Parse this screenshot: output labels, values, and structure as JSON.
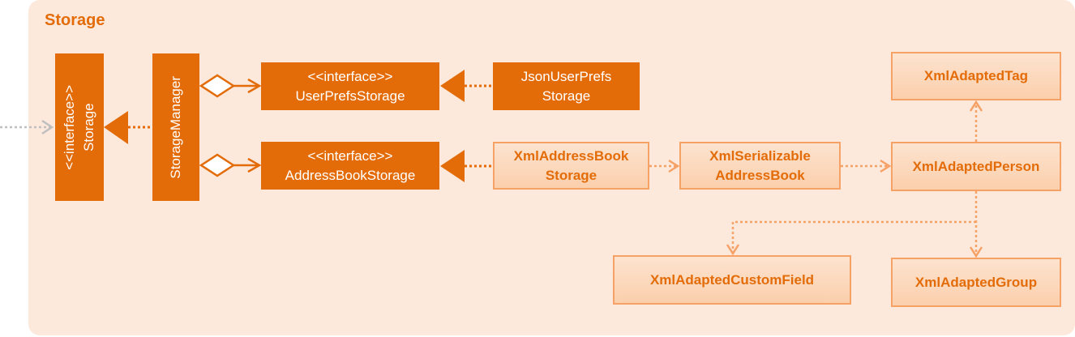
{
  "package": {
    "title": "Storage"
  },
  "boxes": {
    "storage": {
      "line1": "<<interface>>",
      "line2": "Storage"
    },
    "storage_manager": {
      "label": "StorageManager"
    },
    "user_prefs_storage": {
      "line1": "<<interface>>",
      "line2": "UserPrefsStorage"
    },
    "json_user_prefs_storage": {
      "line1": "JsonUserPrefs",
      "line2": "Storage"
    },
    "address_book_storage": {
      "line1": "<<interface>>",
      "line2": "AddressBookStorage"
    },
    "xml_address_book_storage": {
      "line1": "XmlAddressBook",
      "line2": "Storage"
    },
    "xml_serializable_address_book": {
      "line1": "XmlSerializable",
      "line2": "AddressBook"
    },
    "xml_adapted_person": {
      "label": "XmlAdaptedPerson"
    },
    "xml_adapted_tag": {
      "label": "XmlAdaptedTag"
    },
    "xml_adapted_custom_field": {
      "label": "XmlAdaptedCustomField"
    },
    "xml_adapted_group": {
      "label": "XmlAdaptedGroup"
    }
  },
  "colors": {
    "accent": "#e36c09",
    "light_fill": "#fddcc3",
    "light_border": "#f6a165",
    "panel": "#fde9dc",
    "external_arrow": "#bfbfbf"
  }
}
